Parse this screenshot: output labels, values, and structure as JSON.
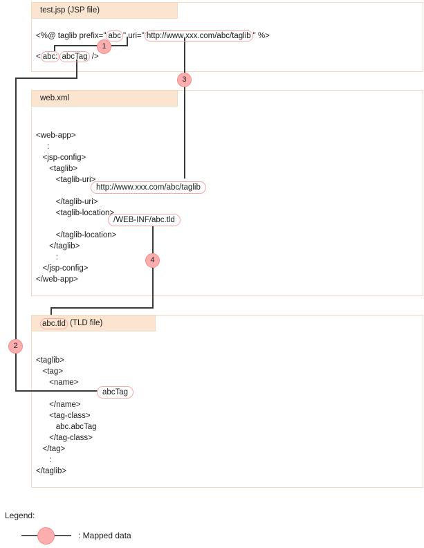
{
  "diagram": {
    "title": "JSP taglib mapping diagram",
    "accent_pill_border": "#f4a8a8",
    "panel_header_bg": "#fbe5d0",
    "panel_border": "#f0d9bf",
    "connector_color": "#3a3a3a",
    "marker_fill": "#fcaeae",
    "marker_border": "#f98a8a"
  },
  "panels": [
    {
      "id": "jsp",
      "header_name": "test.jsp",
      "header_suffix": "(JSP file)",
      "lines": [
        {
          "pre": "<%@ taglib prefix=\"",
          "pill": "abc",
          "mid": "\" uri=\"",
          "pill2": "http://www.xxx.com/abc/taglib",
          "post": "\" %>"
        },
        {
          "pre": "<",
          "pill": "abc:",
          "mid": "",
          "pill2": "abcTag",
          "post": " />"
        }
      ]
    },
    {
      "id": "webxml",
      "header_name": "web.xml",
      "header_suffix": "",
      "code_lines": [
        "<web-app>",
        "     :",
        "   <jsp-config>",
        "      <taglib>",
        "         <taglib-uri>",
        "",
        "         </taglib-uri>",
        "         <taglib-location>",
        "",
        "         </taglib-location>",
        "      </taglib>",
        "         :",
        "   </jsp-config>",
        "</web-app>"
      ],
      "pill_taglib_uri": "http://www.xxx.com/abc/taglib",
      "pill_taglib_location": "/WEB-INF/abc.tld"
    },
    {
      "id": "tld",
      "header_name": "abc.tld",
      "header_suffix": "(TLD file)",
      "code_lines": [
        "<taglib>",
        "   <tag>",
        "      <name>",
        "",
        "      </name>",
        "      <tag-class>",
        "         abc.abcTag",
        "      </tag-class>",
        "   </tag>",
        "      :",
        "</taglib>"
      ],
      "pill_name": "abcTag"
    }
  ],
  "markers": [
    {
      "label": "1"
    },
    {
      "label": "2"
    },
    {
      "label": "3"
    },
    {
      "label": "4"
    }
  ],
  "legend": {
    "title": "Legend:",
    "entry_text": ": Mapped data"
  }
}
